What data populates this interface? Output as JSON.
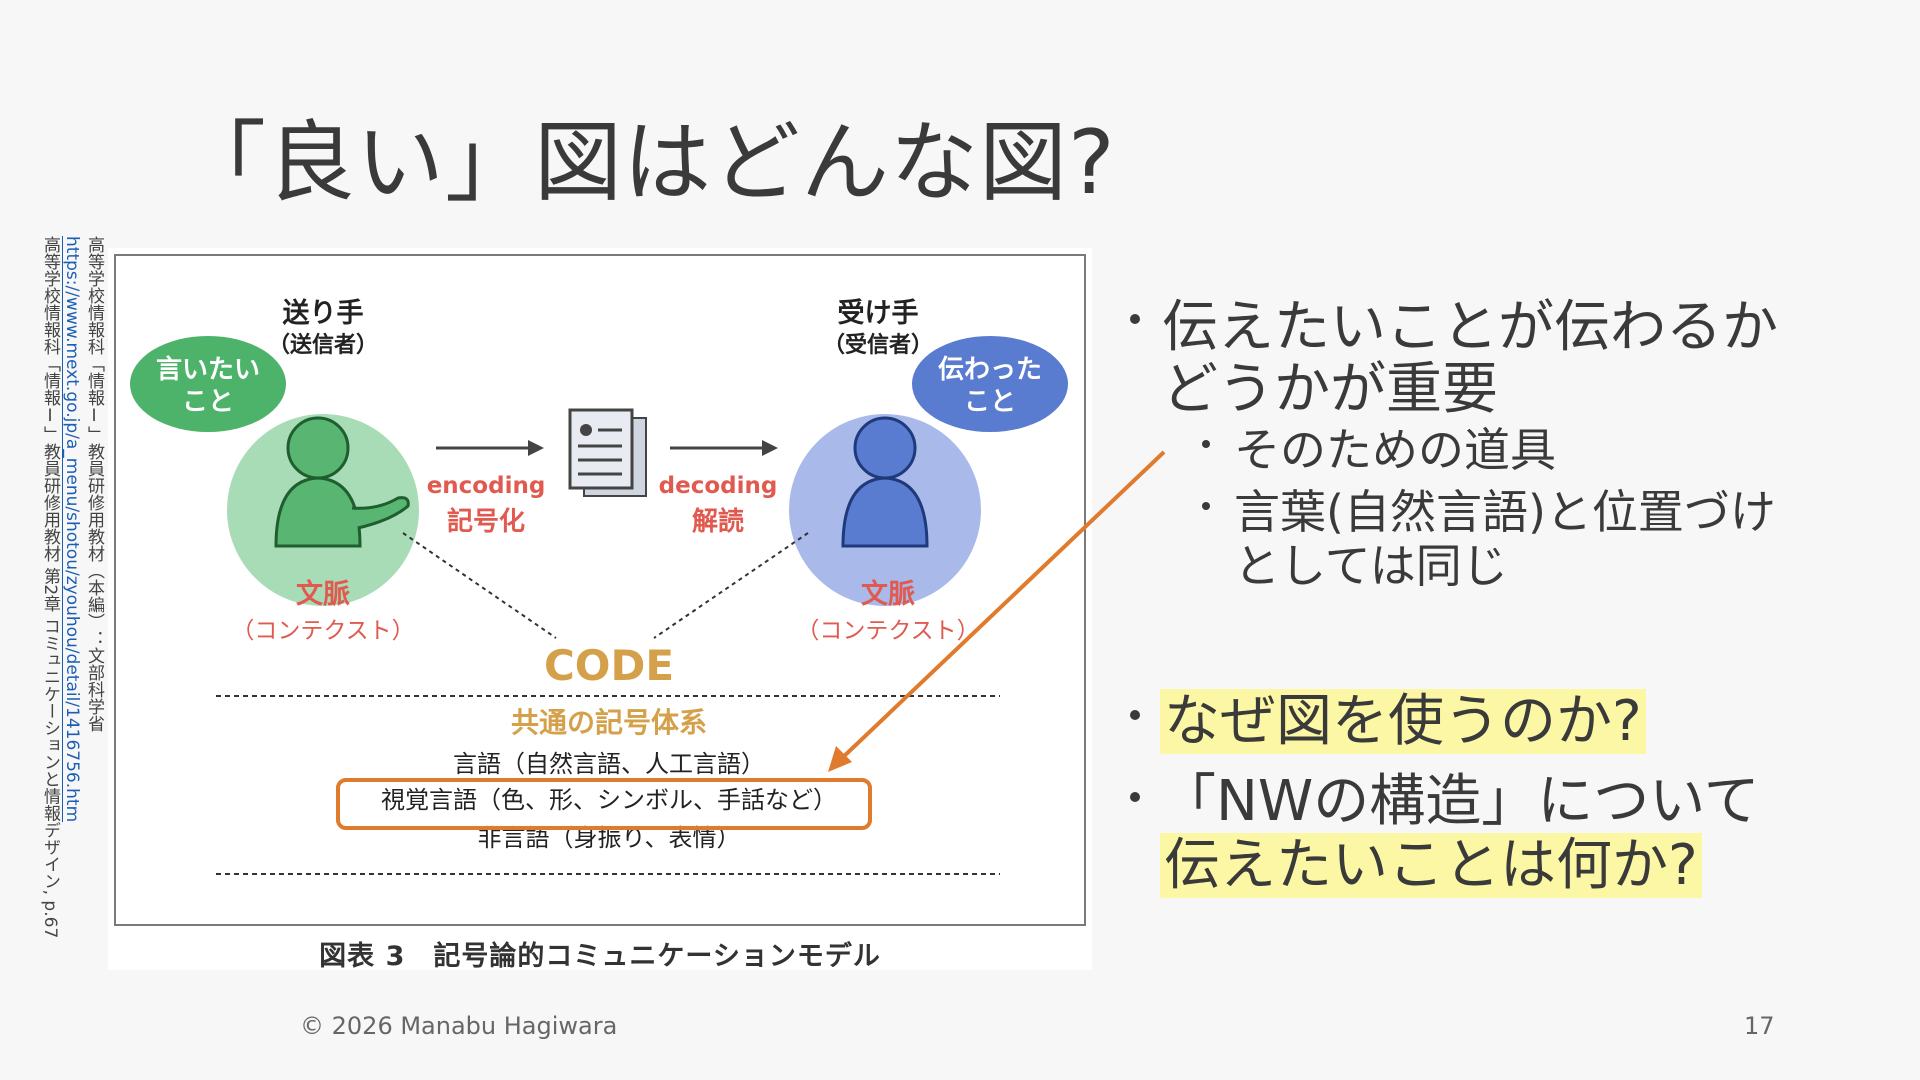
{
  "slide": {
    "title": "「良い」図はどんな図?",
    "citation": {
      "line1": "高等学校情報科「情報Ⅰ」教員研修用教材（本編）：文部科学省",
      "link": "https://www.mext.go.jp/a_menu/shotou/zyouhou/detail/1416756.htm",
      "line3": "高等学校情報科「情報Ⅰ」教員研修用教材 第2章 コミュニケーションと情報デザイン, p.67"
    },
    "figure": {
      "sender_title": "送り手",
      "sender_sub": "（送信者）",
      "sender_bubble_1": "言いたい",
      "sender_bubble_2": "こと",
      "receiver_title": "受け手",
      "receiver_sub": "（受信者）",
      "receiver_bubble_1": "伝わった",
      "receiver_bubble_2": "こと",
      "encoding": "encoding",
      "encoding_jp": "記号化",
      "decoding": "decoding",
      "decoding_jp": "解読",
      "context_left": "文脈",
      "context_left_sub": "（コンテクスト）",
      "context_right": "文脈",
      "context_right_sub": "（コンテクスト）",
      "code": "CODE",
      "common_system": "共通の記号体系",
      "lang1": "言語（自然言語、人工言語）",
      "lang2": "視覚言語（色、形、シンボル、手話など）",
      "lang3": "非言語（身振り、表情）",
      "caption": "図表 3　記号論的コミュニケーションモデル"
    },
    "bullets": {
      "b1_line1": "伝えたいことが伝わるか",
      "b1_line2": "どうかが重要",
      "sub1": "そのための道具",
      "sub2_line1": "言葉(自然言語)と位置づけ",
      "sub2_line2": "としては同じ",
      "b2": "なぜ図を使うのか?",
      "b3_line1": "「NWの構造」について",
      "b3_line2": "伝えたいことは何か?"
    },
    "footer": {
      "copyright": "© 2026 Manabu Hagiwara",
      "page": "17"
    },
    "colors": {
      "highlight": "#fbf7a4",
      "accent_orange": "#e07b2e",
      "sender_green": "#7ccf96",
      "receiver_blue": "#6f8fd6",
      "code_gold": "#d4a04a",
      "context_red": "#e05a4f"
    }
  }
}
